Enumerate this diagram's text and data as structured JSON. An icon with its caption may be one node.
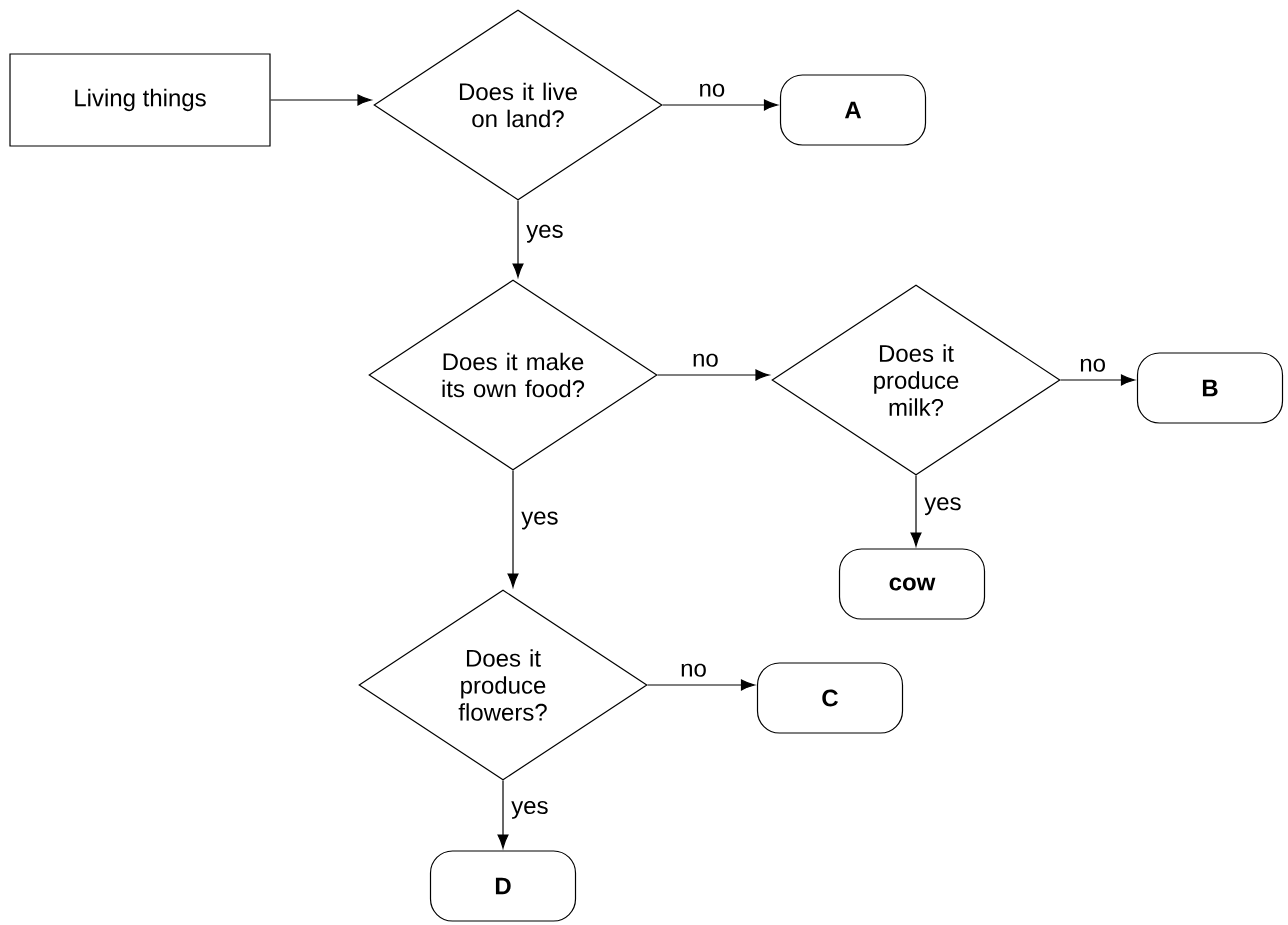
{
  "diagram": {
    "nodes": [
      {
        "text": [
          "Living things"
        ]
      },
      {
        "text": [
          "Does it live on land?"
        ]
      },
      {
        "text": [
          "A"
        ]
      },
      {
        "text": [
          "Does it make its own food?"
        ]
      },
      {
        "text": [
          "Does it produce milk?"
        ]
      },
      {
        "text": [
          "B"
        ]
      },
      {
        "text": [
          "cow"
        ]
      },
      {
        "text": [
          "Does it produce flowers?"
        ]
      },
      {
        "text": [
          "C"
        ]
      },
      {
        "text": [
          "D"
        ]
      }
    ],
    "edges": [
      {
        "from": 0,
        "to": 1,
        "arrow": "to"
      },
      {
        "from": 1,
        "to": 2,
        "arrow": "to",
        "label": "no"
      },
      {
        "from": 1,
        "to": 3,
        "arrow": "to",
        "label": "yes"
      },
      {
        "from": 3,
        "to": 4,
        "arrow": "to",
        "label": "no"
      },
      {
        "from": 4,
        "to": 5,
        "arrow": "to",
        "label": "no"
      },
      {
        "from": 4,
        "to": 6,
        "arrow": "to",
        "label": "yes"
      },
      {
        "from": 3,
        "to": 7,
        "arrow": "to",
        "label": "yes"
      },
      {
        "from": 7,
        "to": 8,
        "arrow": "to",
        "label": "no"
      },
      {
        "from": 7,
        "to": 9,
        "arrow": "to",
        "label": "yes"
      }
    ]
  }
}
